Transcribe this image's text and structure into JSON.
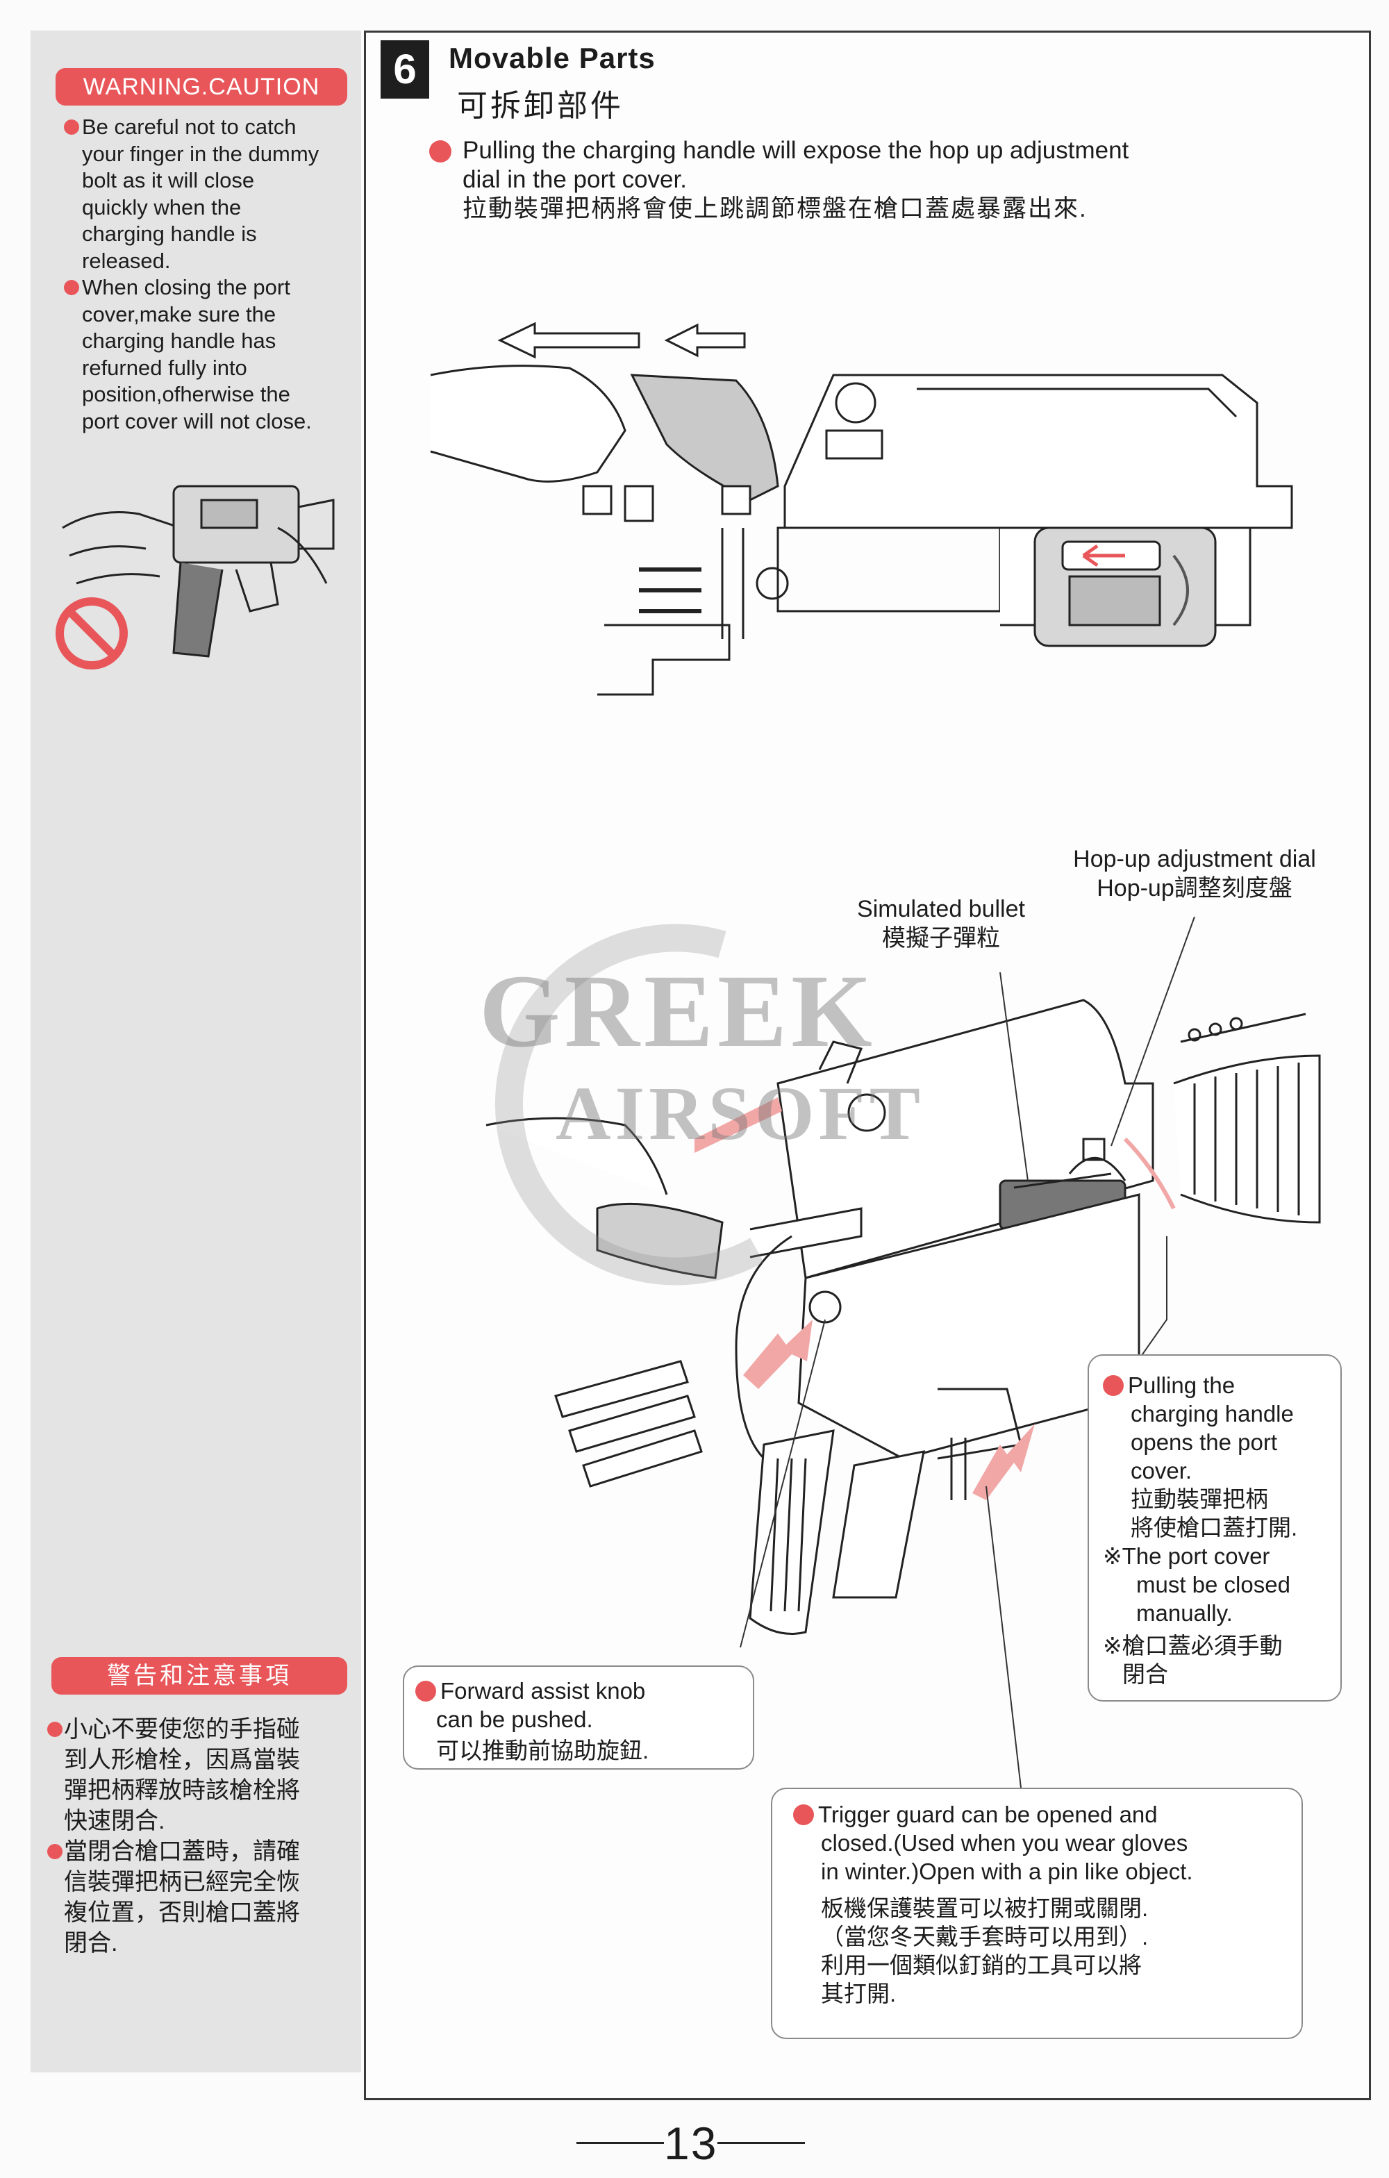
{
  "sidebar": {
    "warning_title_en": "WARNING.CAUTION",
    "warnings_en": [
      [
        "Be careful not to catch",
        "your finger in the dummy",
        "bolt as it  will close",
        "quickly when the",
        "charging handle is",
        "released."
      ],
      [
        "When closing the port",
        "cover,make sure the",
        "charging handle has",
        "refurned fully into",
        "position,ofherwise the",
        "port cover will not close."
      ]
    ],
    "warning_title_zh": "警告和注意事項",
    "warnings_zh": [
      [
        "小心不要使您的手指碰",
        "到人形槍栓，因爲當裝",
        "彈把柄釋放時該槍栓將",
        "快速閉合."
      ],
      [
        "當閉合槍口蓋時，請確",
        "信裝彈把柄已經完全恢",
        "複位置，否則槍口蓋將",
        "閉合."
      ]
    ]
  },
  "section": {
    "number": "6",
    "title_en": "Movable Parts",
    "title_zh": "可拆卸部件",
    "intro_en": [
      "Pulling the charging handle will expose the hop up adjustment",
      "dial in the port cover."
    ],
    "intro_zh": "拉動裝彈把柄將會使上跳調節標盤在槍口蓋處暴露出來."
  },
  "labels": {
    "hopup_en": "Hop-up adjustment dial",
    "hopup_zh": "Hop-up調整刻度盤",
    "bullet_en": "Simulated bullet",
    "bullet_zh": "模擬子彈粒"
  },
  "callouts": {
    "port_cover": {
      "lines_en": [
        "Pulling the",
        "charging handle",
        "opens the port",
        "cover."
      ],
      "lines_zh": [
        "拉動裝彈把柄",
        "將使槍口蓋打開."
      ],
      "note_en": [
        "※The port cover",
        "must be closed",
        "manually."
      ],
      "note_zh": [
        "※槍口蓋必須手動",
        "閉合"
      ]
    },
    "forward_assist": {
      "lines_en": [
        "Forward assist knob",
        "can be pushed."
      ],
      "line_zh": "可以推動前協助旋鈕."
    },
    "trigger_guard": {
      "lines_en": [
        "Trigger guard can be opened and",
        "closed.(Used when you wear gloves",
        "in winter.)Open with a pin like object."
      ],
      "lines_zh": [
        "板機保護裝置可以被打開或關閉.",
        "（當您冬天戴手套時可以用到）.",
        "利用一個類似釘銷的工具可以將",
        "其打開."
      ]
    }
  },
  "watermark": {
    "line1": "GREEK",
    "line2": "AIRSOFT"
  },
  "page_number": "13",
  "colors": {
    "accent": "#e8565a",
    "panel": "#e4e4e4",
    "ink": "#1c1c1c"
  }
}
